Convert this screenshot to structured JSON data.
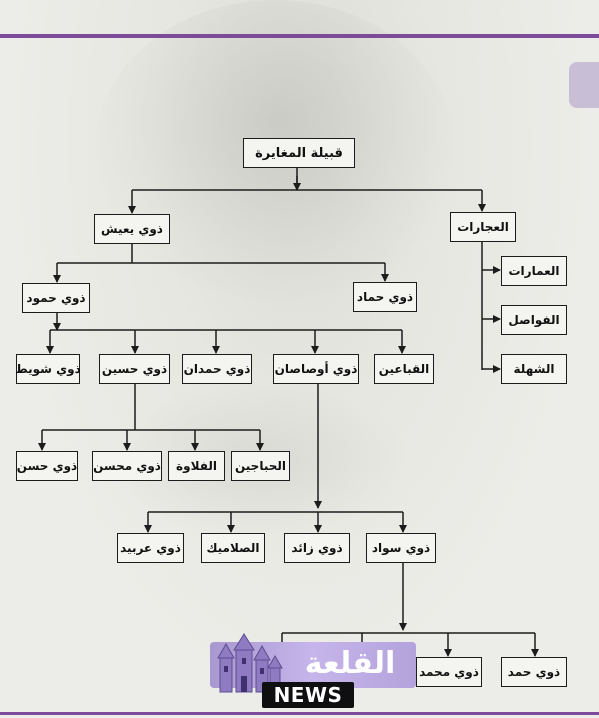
{
  "tree": {
    "root": "قبيلة المغايرة",
    "level1": {
      "ajarat": "العجارات",
      "dhawi_yaish": "ذوي يعيش"
    },
    "ajarat_children": [
      "العمارات",
      "الفواصل",
      "الشهلة"
    ],
    "yaish_children": {
      "hamoud": "ذوي حمود",
      "hammad": "ذوي حماد"
    },
    "hamoud_children": [
      "ذوي شويط",
      "ذوي حسين",
      "ذوي حمدان",
      "ذوي أوصاصان",
      "القباعين"
    ],
    "husain_children": [
      "ذوي حسن",
      "ذوي محسن",
      "الفلاوة",
      "الحباجين"
    ],
    "awsasan_children": [
      "ذوي عربيد",
      "الصلاميك",
      "ذوي زائد",
      "ذوي سواد"
    ],
    "sawad_children": [
      "ذوي محمد",
      "ذوي حمد"
    ]
  },
  "logo": {
    "arabic": "القلعة",
    "latin": "NEWS"
  },
  "colors": {
    "accent": "#7e4b9a",
    "node_border": "#1c1c1c",
    "logo_banner": "#b4a2dc"
  }
}
